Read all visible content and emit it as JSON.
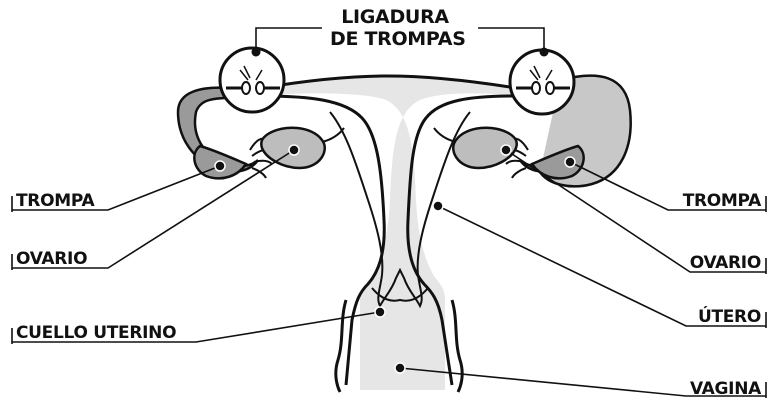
{
  "diagram": {
    "title_line1": "LIGADURA",
    "title_line2": "DE TROMPAS",
    "labels": {
      "trompa_left": "TROMPA",
      "ovario_left": "OVARIO",
      "cuello": "CUELLO UTERINO",
      "trompa_right": "TROMPA",
      "ovario_right": "OVARIO",
      "utero": "ÚTERO",
      "vagina": "VAGINA"
    },
    "colors": {
      "outline": "#111111",
      "tube_fill": "#9a9a9a",
      "uterus_fill": "#e6e6e6",
      "background": "#ffffff"
    }
  }
}
